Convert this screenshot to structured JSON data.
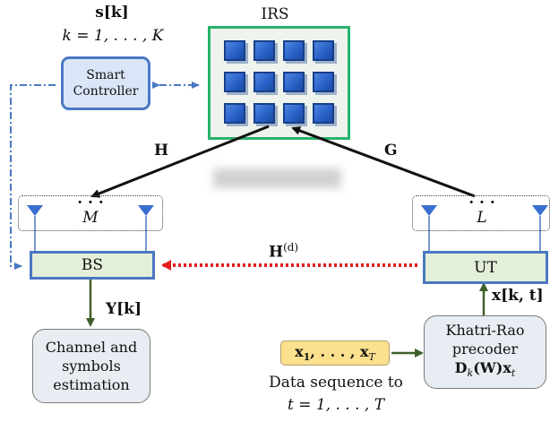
{
  "controller": {
    "signal": "s[k]",
    "range": "k = 1, . . . , K",
    "label_line1": "Smart",
    "label_line2": "Controller"
  },
  "irs": {
    "label": "IRS",
    "rows": 3,
    "cols": 4
  },
  "links": {
    "h": "H",
    "g": "G",
    "hd": "H",
    "hd_sup": "(d)"
  },
  "bs": {
    "label": "BS",
    "antennas": "M",
    "output": "Y[k]"
  },
  "ut": {
    "label": "UT",
    "antennas": "L",
    "input": "x[k, t]"
  },
  "estimation": {
    "line1": "Channel and",
    "line2": "symbols",
    "line3": "estimation"
  },
  "precoder": {
    "line1": "Khatri-Rao",
    "line2": "precoder",
    "line3_a": "D",
    "line3_b": "k",
    "line3_c": "(W)x",
    "line3_d": "t"
  },
  "data_seq": {
    "box_a": "x",
    "box_b": "1",
    "box_c": ", . . . , x",
    "box_d": "T",
    "caption_line1": "Data sequence to",
    "caption_line2": "t = 1, . . . , T"
  },
  "dots": ". . .",
  "colors": {
    "blue_border": "#4a78c2",
    "green_fill": "#e3efd9",
    "irs_border": "#27b36b",
    "tile_blue": "#2a62c9",
    "direct_link_red": "#e02020",
    "feedback_green": "#3f5f2a"
  }
}
